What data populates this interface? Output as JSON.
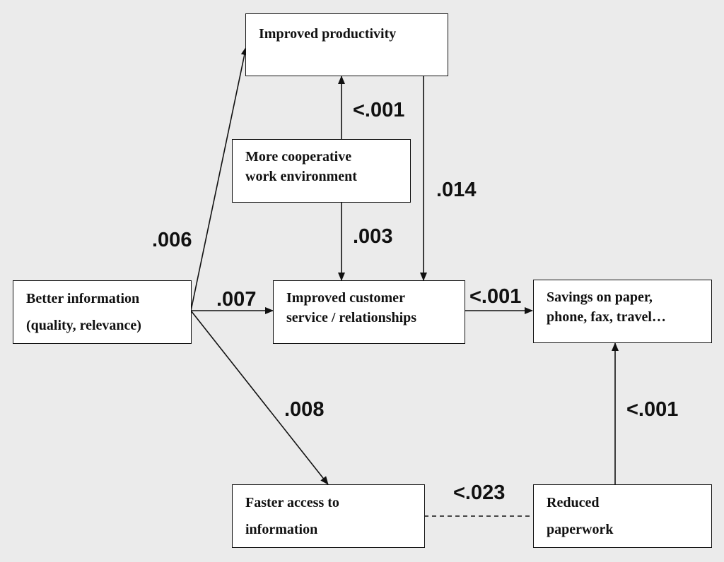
{
  "nodes": {
    "improved_productivity": [
      "Improved productivity"
    ],
    "cooperative_env": [
      "More cooperative",
      "work environment"
    ],
    "better_information": [
      "Better information",
      "(quality, relevance)"
    ],
    "customer_service": [
      "Improved customer",
      "service / relationships"
    ],
    "savings": [
      "Savings on paper,",
      "phone, fax, travel…"
    ],
    "faster_access": [
      "Faster access to",
      "information"
    ],
    "reduced_paperwork": [
      "Reduced",
      "paperwork"
    ]
  },
  "edges": {
    "info_to_productivity": ".006",
    "info_to_service": ".007",
    "info_to_faster": ".008",
    "coop_to_productivity": "<.001",
    "coop_to_service": ".003",
    "productivity_to_service": ".014",
    "service_to_savings": "<.001",
    "paperwork_to_savings": "<.001",
    "faster_paperwork_link": "<.023"
  },
  "colors": {
    "background": "#ebebeb",
    "box": "#ffffff",
    "ink": "#111111"
  }
}
